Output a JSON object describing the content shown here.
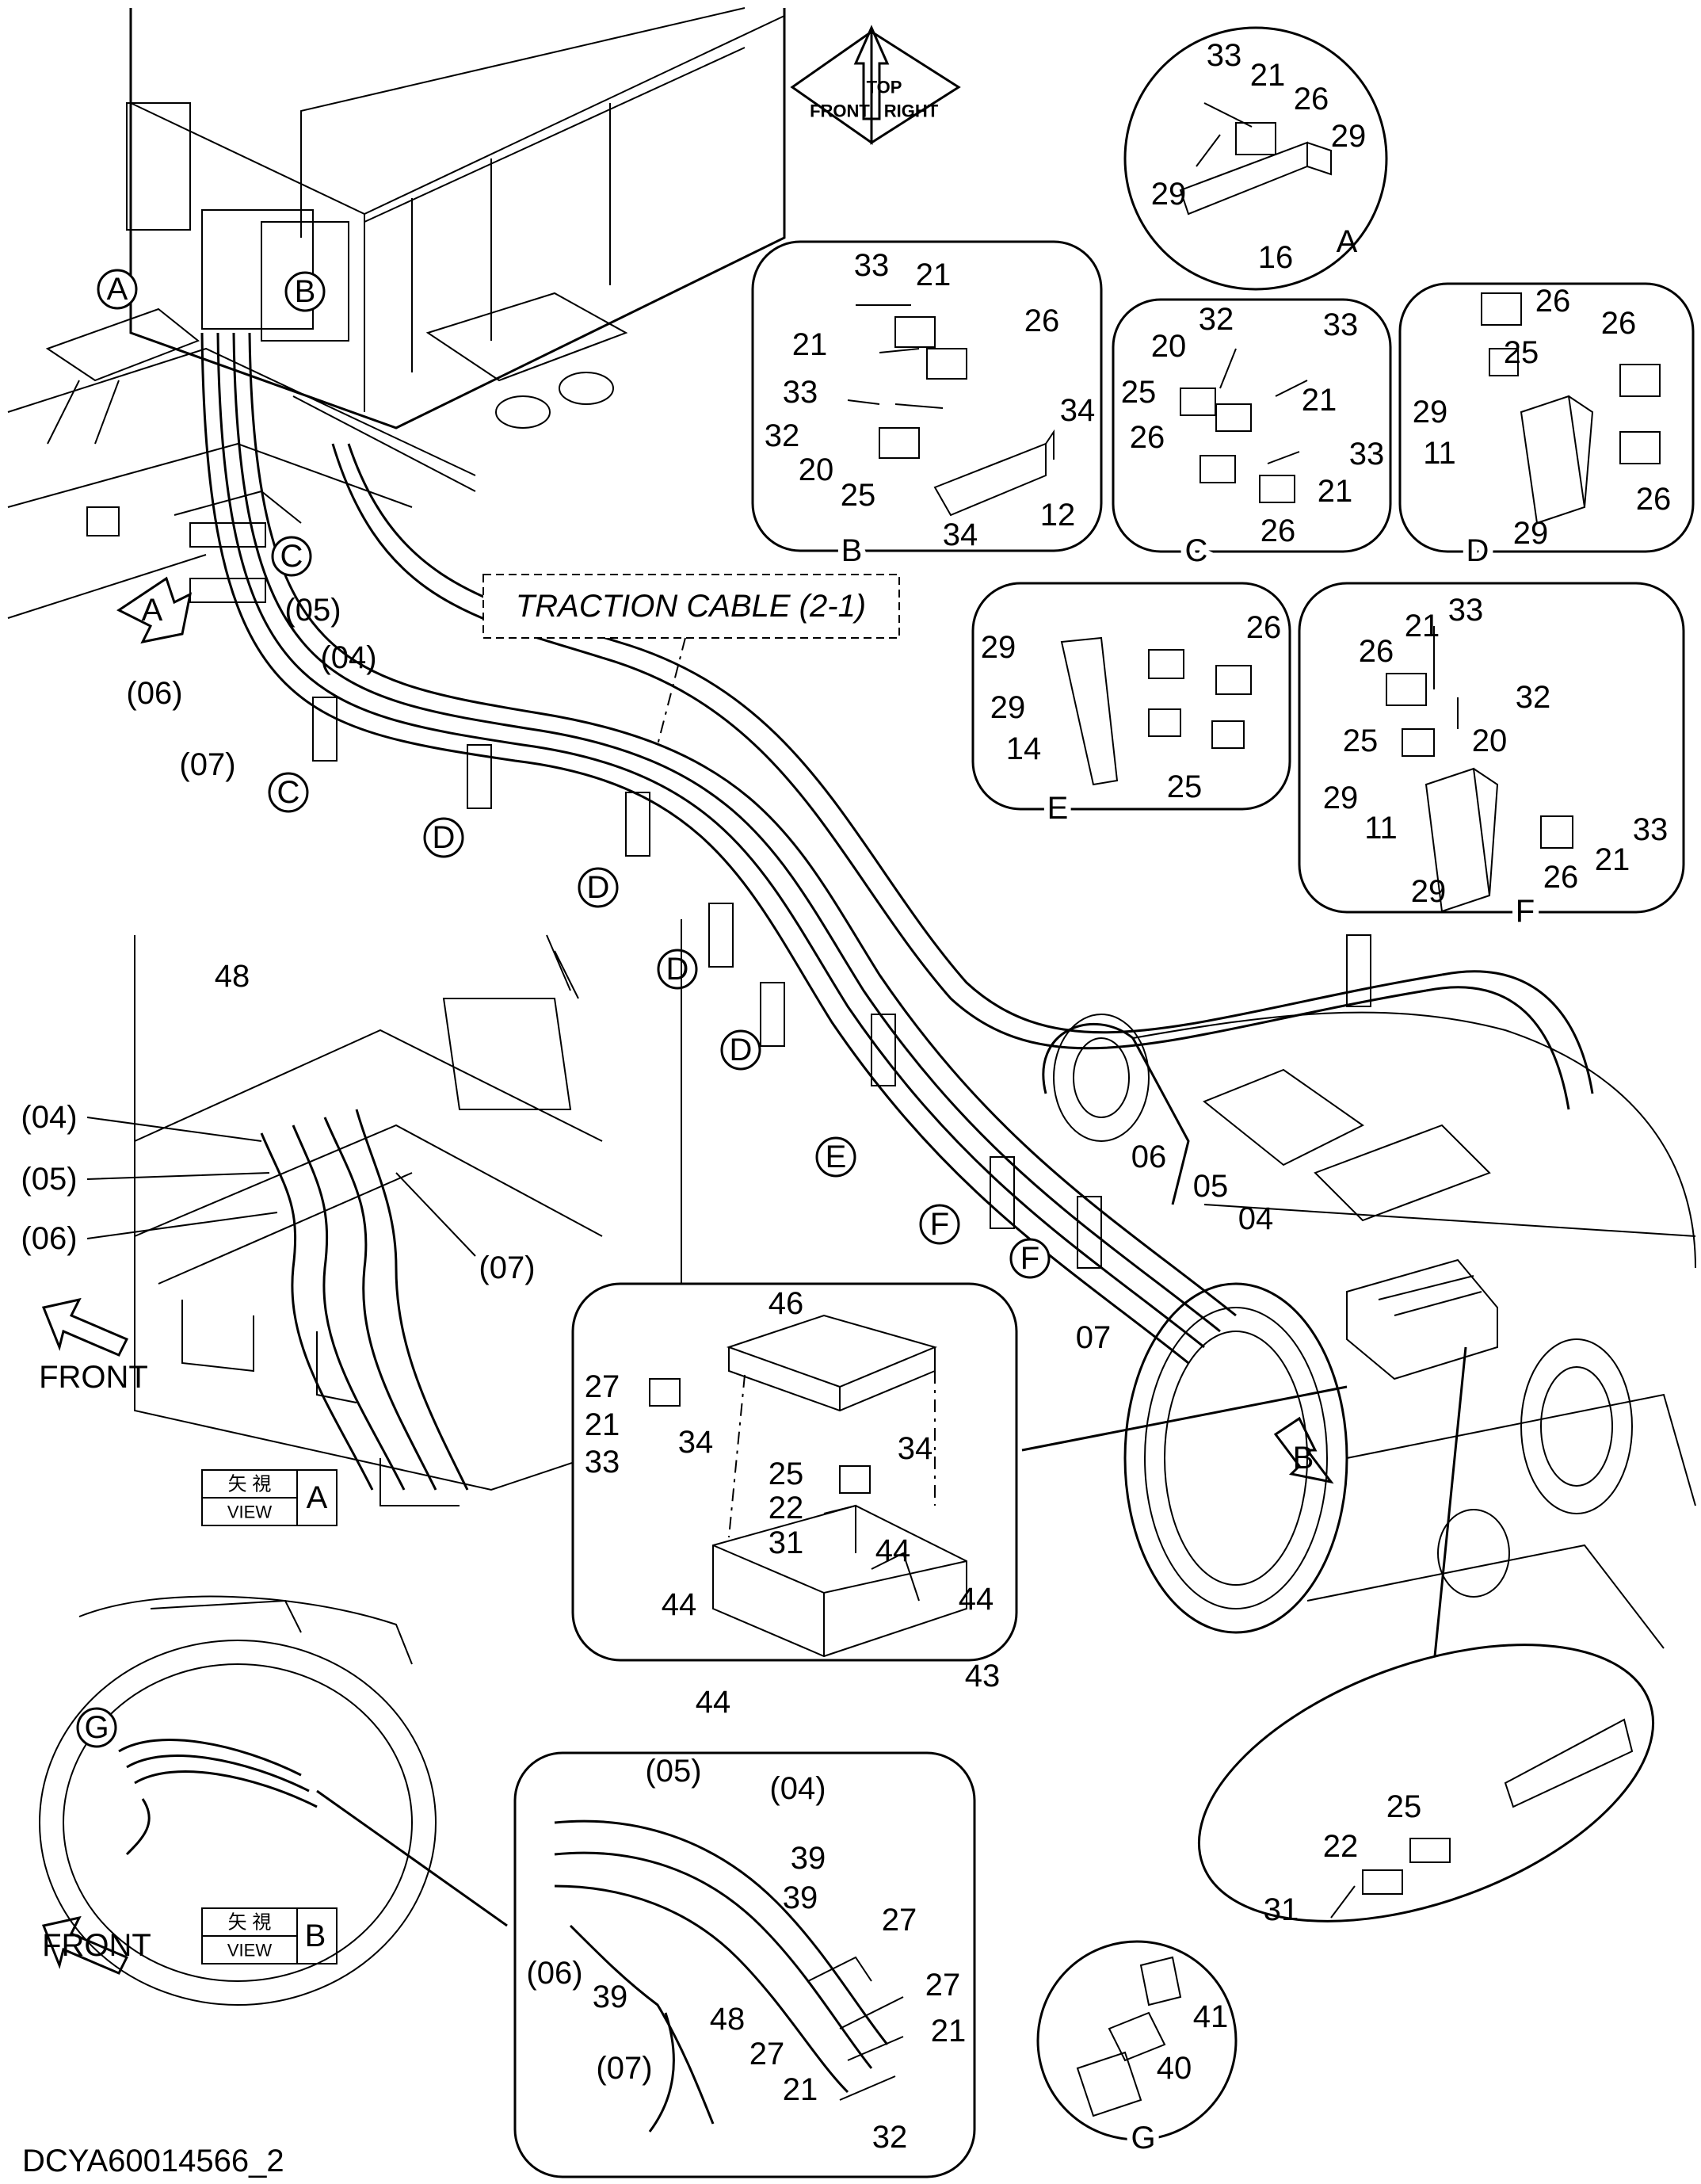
{
  "labels": {
    "traction_cable": "TRACTION CABLE (2-1)",
    "front": "FRONT",
    "top": "TOP",
    "right": "RIGHT",
    "view_kanji": "矢 視",
    "view": "VIEW",
    "view_a_letter": "A",
    "view_b_letter": "B",
    "drawing_id": "DCYA60014566_2"
  },
  "detail_letters": {
    "A": "A",
    "B": "B",
    "C": "C",
    "D": "D",
    "E": "E",
    "F": "F",
    "G": "G"
  },
  "cables": {
    "c04": "(04)",
    "c05": "(05)",
    "c06": "(06)",
    "c07": "(07)",
    "p04": "04",
    "p05": "05",
    "p06": "06",
    "p07": "07"
  },
  "parts": {
    "p11": "11",
    "p12": "12",
    "p14": "14",
    "p16": "16",
    "p20": "20",
    "p21": "21",
    "p22": "22",
    "p25": "25",
    "p26": "26",
    "p27": "27",
    "p29": "29",
    "p31": "31",
    "p32": "32",
    "p33": "33",
    "p34": "34",
    "p39": "39",
    "p40": "40",
    "p41": "41",
    "p43": "43",
    "p44": "44",
    "p46": "46",
    "p48": "48"
  }
}
